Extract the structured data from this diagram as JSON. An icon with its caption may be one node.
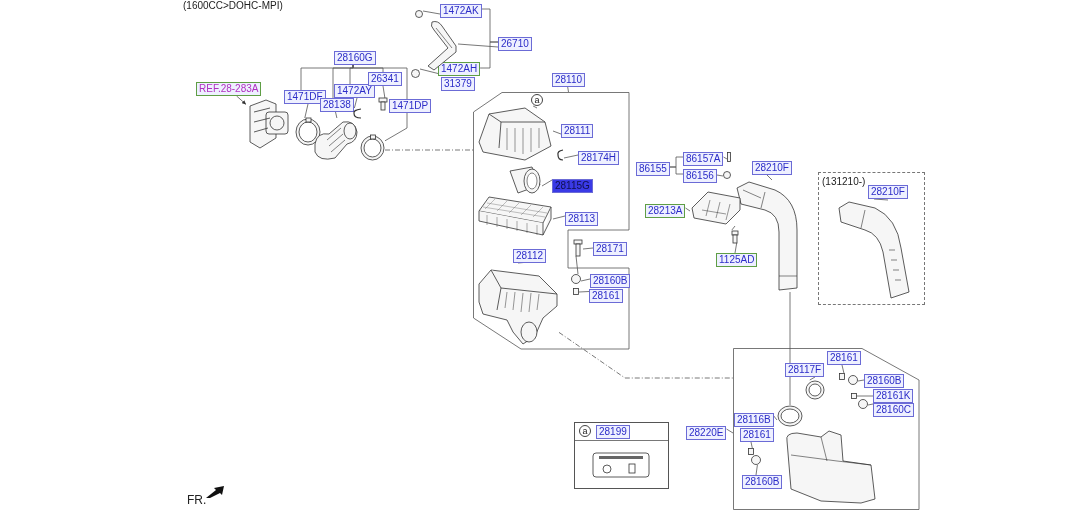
{
  "diagram": {
    "nodes": [
      {
        "text": [
          "REF.28-283A"
        ]
      },
      {
        "text": [],
        "shape": "picture"
      },
      {
        "text": [
          "28160G"
        ]
      },
      {
        "text": [
          "1471DF"
        ]
      },
      {
        "text": [
          "28138"
        ]
      },
      {
        "text": [
          "1472AY"
        ]
      },
      {
        "text": [
          "26341"
        ]
      },
      {
        "text": [
          "1471DP"
        ]
      },
      {
        "text": [],
        "shape": "picture"
      },
      {
        "text": [],
        "shape": "picture"
      },
      {
        "text": [],
        "shape": "picture"
      },
      {
        "text": [],
        "shape": "picture"
      },
      {
        "text": [],
        "shape": "picture"
      },
      {
        "text": [
          "1472AK"
        ]
      },
      {
        "text": [
          "26710"
        ]
      },
      {
        "text": [
          "1472AH"
        ]
      },
      {
        "text": [
          "31379"
        ]
      },
      {
        "text": [],
        "shape": "picture"
      },
      {
        "text": [],
        "shape": "circle"
      },
      {
        "text": [],
        "shape": "circle"
      },
      {
        "text": [
          "28110"
        ]
      },
      {
        "text": [],
        "shape": "box"
      },
      {
        "text": [
          "a"
        ],
        "in": 21
      },
      {
        "text": [],
        "shape": "picture",
        "in": 21
      },
      {
        "text": [
          "28111"
        ],
        "in": 21
      },
      {
        "text": [],
        "shape": "picture",
        "in": 21
      },
      {
        "text": [
          "28174H"
        ],
        "in": 21
      },
      {
        "text": [],
        "shape": "picture",
        "in": 21
      },
      {
        "text": [
          "28115G"
        ],
        "in": 21
      },
      {
        "text": [],
        "shape": "picture",
        "in": 21
      },
      {
        "text": [
          "28113"
        ],
        "in": 21
      },
      {
        "text": [],
        "shape": "picture"
      },
      {
        "text": [
          "28171"
        ]
      },
      {
        "text": [
          "28112"
        ],
        "in": 21
      },
      {
        "text": [],
        "shape": "picture",
        "in": 21
      },
      {
        "text": [],
        "shape": "circle",
        "in": 21
      },
      {
        "text": [
          "28160B"
        ],
        "in": 21
      },
      {
        "text": [],
        "shape": "box",
        "in": 21
      },
      {
        "text": [
          "28161"
        ],
        "in": 21
      },
      {
        "text": [
          "86155"
        ]
      },
      {
        "text": [
          "86157A"
        ]
      },
      {
        "text": [
          "86156"
        ]
      },
      {
        "text": [],
        "shape": "bar"
      },
      {
        "text": [],
        "shape": "circle"
      },
      {
        "text": [
          "28210F"
        ]
      },
      {
        "text": [],
        "shape": "picture"
      },
      {
        "text": [
          "28213A"
        ]
      },
      {
        "text": [],
        "shape": "picture"
      },
      {
        "text": [
          "1125AD"
        ]
      },
      {
        "text": [],
        "shape": "picture"
      },
      {
        "text": [
          "(131210-)"
        ]
      },
      {
        "text": [
          "28210F"
        ],
        "in": 50
      },
      {
        "text": [],
        "shape": "picture",
        "in": 50
      },
      {
        "text": [
          "28220E"
        ]
      },
      {
        "text": [],
        "shape": "box"
      },
      {
        "text": [
          "28161"
        ],
        "in": 54
      },
      {
        "text": [
          "28117F"
        ],
        "in": 54
      },
      {
        "text": [
          "28160B"
        ],
        "in": 54
      },
      {
        "text": [
          "28161K"
        ],
        "in": 54
      },
      {
        "text": [
          "28160C"
        ],
        "in": 54
      },
      {
        "text": [
          "28116B"
        ],
        "in": 54
      },
      {
        "text": [
          "28161"
        ],
        "in": 54
      },
      {
        "text": [
          "28160B"
        ],
        "in": 54
      },
      {
        "text": [],
        "shape": "picture",
        "in": 54
      },
      {
        "text": [],
        "shape": "picture",
        "in": 54
      },
      {
        "text": [],
        "shape": "picture",
        "in": 54
      },
      {
        "text": [],
        "shape": "box",
        "in": 54
      },
      {
        "text": [],
        "shape": "circle",
        "in": 54
      },
      {
        "text": [],
        "shape": "box",
        "in": 54
      },
      {
        "text": [],
        "shape": "circle",
        "in": 54
      },
      {
        "text": [],
        "shape": "box",
        "in": 54
      },
      {
        "text": [],
        "shape": "circle",
        "in": 54
      },
      {
        "text": [],
        "shape": "box"
      },
      {
        "text": [
          "a"
        ],
        "in": 72
      },
      {
        "text": [
          "28199"
        ],
        "in": 72
      }
    ],
    "edges": [
      {
        "from": 0,
        "to": 1,
        "arrow": "to"
      },
      {
        "from": 2,
        "to": 3,
        "arrow": "none"
      },
      {
        "from": 2,
        "to": 4,
        "arrow": "none"
      },
      {
        "from": 2,
        "to": 5,
        "arrow": "none"
      },
      {
        "from": 2,
        "to": 6,
        "arrow": "none"
      },
      {
        "from": 2,
        "to": 7,
        "arrow": "none"
      },
      {
        "from": 3,
        "to": 8,
        "arrow": "none"
      },
      {
        "from": 4,
        "to": 9,
        "arrow": "none"
      },
      {
        "from": 5,
        "to": 10,
        "arrow": "none"
      },
      {
        "from": 6,
        "to": 11,
        "arrow": "none"
      },
      {
        "from": 7,
        "to": 12,
        "arrow": "none"
      },
      {
        "from": 13,
        "to": 18,
        "arrow": "none"
      },
      {
        "from": 14,
        "to": 17,
        "arrow": "none"
      },
      {
        "from": 14,
        "to": 13,
        "arrow": "none"
      },
      {
        "from": 14,
        "to": 15,
        "arrow": "none"
      },
      {
        "from": 15,
        "to": 19,
        "arrow": "none"
      },
      {
        "from": 20,
        "to": 21,
        "arrow": "none"
      },
      {
        "from": 22,
        "to": 23,
        "arrow": "none"
      },
      {
        "from": 24,
        "to": 23,
        "arrow": "none"
      },
      {
        "from": 26,
        "to": 25,
        "arrow": "none"
      },
      {
        "from": 28,
        "to": 27,
        "arrow": "none"
      },
      {
        "from": 30,
        "to": 29,
        "arrow": "none"
      },
      {
        "from": 32,
        "to": 31,
        "arrow": "none"
      },
      {
        "from": 33,
        "to": 34,
        "arrow": "none"
      },
      {
        "from": 36,
        "to": 35,
        "arrow": "none"
      },
      {
        "from": 38,
        "to": 37,
        "arrow": "none"
      },
      {
        "from": 39,
        "to": 40,
        "arrow": "none"
      },
      {
        "from": 39,
        "to": 41,
        "arrow": "none"
      },
      {
        "from": 40,
        "to": 42,
        "arrow": "none"
      },
      {
        "from": 41,
        "to": 43,
        "arrow": "none"
      },
      {
        "from": 44,
        "to": 45,
        "arrow": "none"
      },
      {
        "from": 46,
        "to": 47,
        "arrow": "none"
      },
      {
        "from": 48,
        "to": 49,
        "arrow": "none"
      },
      {
        "from": 51,
        "to": 52,
        "arrow": "none"
      },
      {
        "from": 53,
        "to": 54,
        "arrow": "none"
      },
      {
        "from": 55,
        "to": 66,
        "arrow": "none"
      },
      {
        "from": 56,
        "to": 63,
        "arrow": "none"
      },
      {
        "from": 57,
        "to": 67,
        "arrow": "none"
      },
      {
        "from": 58,
        "to": 68,
        "arrow": "none"
      },
      {
        "from": 59,
        "to": 69,
        "arrow": "none"
      },
      {
        "from": 60,
        "to": 64,
        "arrow": "none"
      },
      {
        "from": 61,
        "to": 70,
        "arrow": "none"
      },
      {
        "from": 62,
        "to": 71,
        "arrow": "none"
      },
      {
        "from": 12,
        "to": 21,
        "arrow": "none",
        "style": "dashed"
      },
      {
        "from": 34,
        "to": 54,
        "arrow": "none",
        "style": "dashed"
      },
      {
        "from": 45,
        "to": 64,
        "arrow": "none"
      },
      {
        "from": 31,
        "to": 35,
        "arrow": "none"
      },
      {
        "from": 47,
        "to": 49,
        "arrow": "none",
        "style": "dashed"
      }
    ],
    "labels": [
      "(1600CC>DOHC-MPI)",
      "FR."
    ]
  }
}
